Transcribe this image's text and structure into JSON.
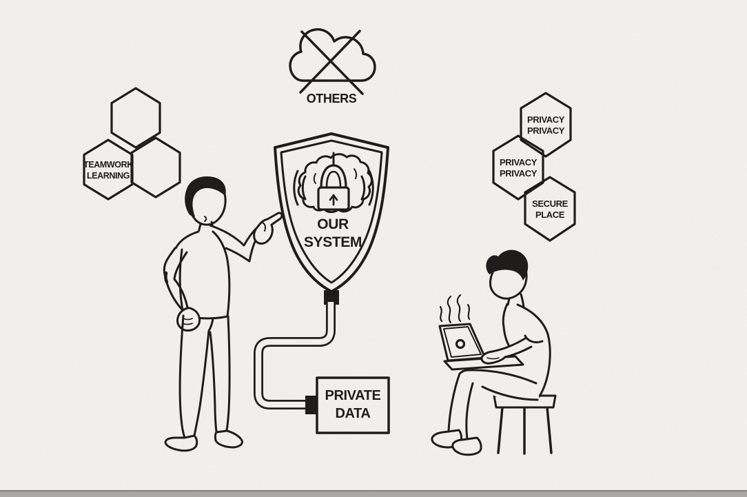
{
  "scene": {
    "description": "Black-and-white line-art illustration: a shielded system keeps private data away from others",
    "background_color": "#f2f1ed",
    "ink_color": "#1e1d1b",
    "bottom_bar_color": "#a9a8a4"
  },
  "cloud": {
    "icon": "crossed-out-cloud-icon",
    "label": "OTHERS"
  },
  "left_hexagons": {
    "icon": "hexagon-cluster-icon",
    "label_line1": "TEAMWORK",
    "label_line2": "LEARNING"
  },
  "shield": {
    "icon": "shield-with-brain-and-padlock-icon",
    "label_line1": "OUR",
    "label_line2": "SYSTEM"
  },
  "private_data_box": {
    "label_line1": "PRIVATE",
    "label_line2": "DATA"
  },
  "right_hexagons": {
    "top": {
      "label_line1": "PRIVACY",
      "label_line2": "PRIVACY"
    },
    "middle": {
      "label_line1": "PRIVACY",
      "label_line2": "PRIVACY"
    },
    "bottom": {
      "label_line1": "SECURE",
      "label_line2": "PLACE"
    }
  },
  "figures": {
    "left_person": "man-pointing-at-shield",
    "right_person": "man-working-on-laptop-on-stool"
  }
}
